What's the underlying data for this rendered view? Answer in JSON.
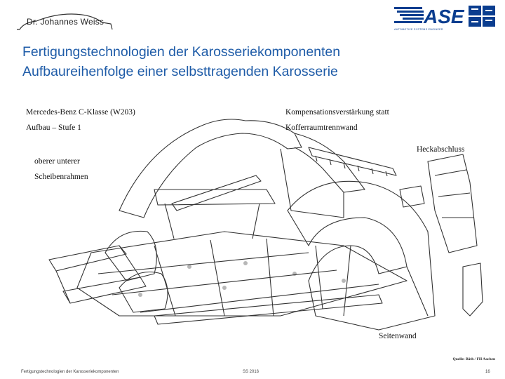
{
  "header": {
    "left_logo_text": "Dr. Johannes Weiss",
    "right_logo_text": "ASE",
    "right_logo_tagline": "AUTOMOTIVE SYSTEMS ENGINEER"
  },
  "title": {
    "line1": "Fertigungstechnologien der Karosseriekomponenten",
    "line2": "Aufbaureihenfolge einer selbsttragenden Karosserie"
  },
  "labels": {
    "model_line1": "Mercedes-Benz C-Klasse (W203)",
    "model_line2": "Aufbau – Stufe 1",
    "reinforcement_line1": "Kompensationsverstärkung statt",
    "reinforcement_line2": "Kofferraumtrennwand",
    "rear_closure": "Heckabschluss",
    "windscreen_line1": "oberer unterer",
    "windscreen_line2": "Scheibenrahmen",
    "side_wall": "Seitenwand"
  },
  "source": "Quelle: Bäth / FH Aachen",
  "footer": {
    "left": "Fertigungstechnologien der Karosseriekomponenten",
    "center": "SS 2016",
    "right": "16"
  },
  "colors": {
    "title": "#1f5ca8",
    "logo_blue": "#0a3d8f",
    "line_art": "#333333"
  }
}
